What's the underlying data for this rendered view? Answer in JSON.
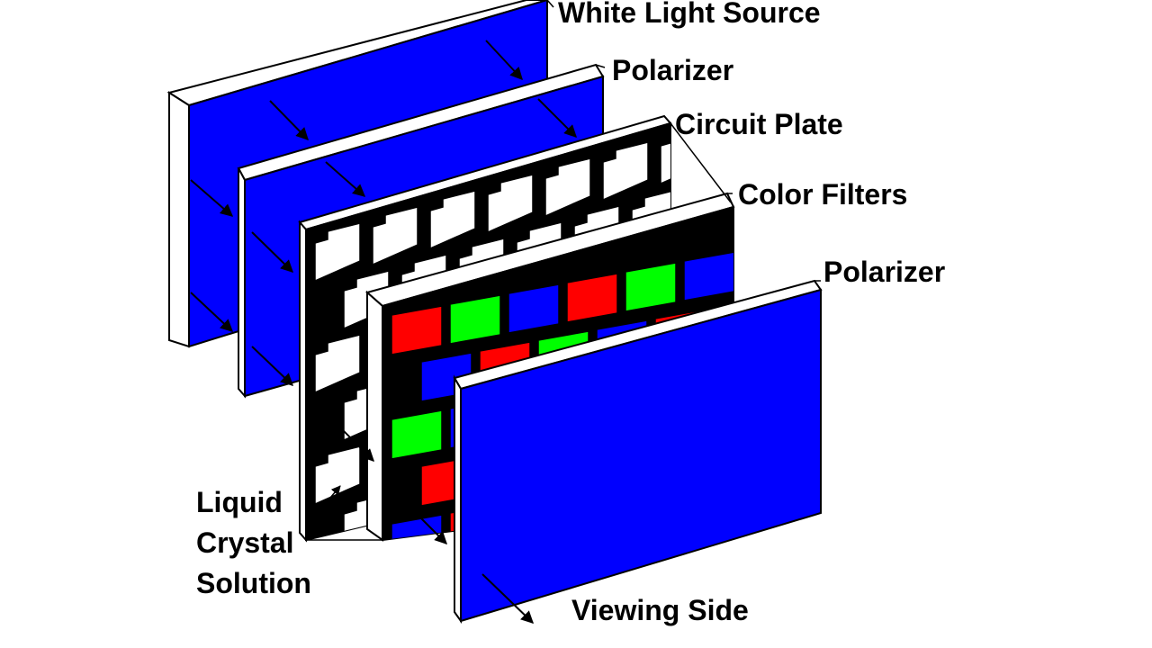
{
  "labels": {
    "white_light_source": "White Light Source",
    "polarizer_back": "Polarizer",
    "circuit_plate": "Circuit Plate",
    "color_filters": "Color Filters",
    "polarizer_front": "Polarizer",
    "liquid_crystal": [
      "Liquid",
      "Crystal",
      "Solution"
    ],
    "viewing_side": "Viewing Side"
  },
  "colors": {
    "panel_blue": "#0000ff",
    "filter_red": "#ff0000",
    "filter_green": "#00ff00",
    "filter_blue": "#0000ff",
    "frame_black": "#000000",
    "edge_white": "#ffffff"
  },
  "color_filter_sequence": [
    "red",
    "green",
    "blue",
    "red",
    "green",
    "blue"
  ]
}
